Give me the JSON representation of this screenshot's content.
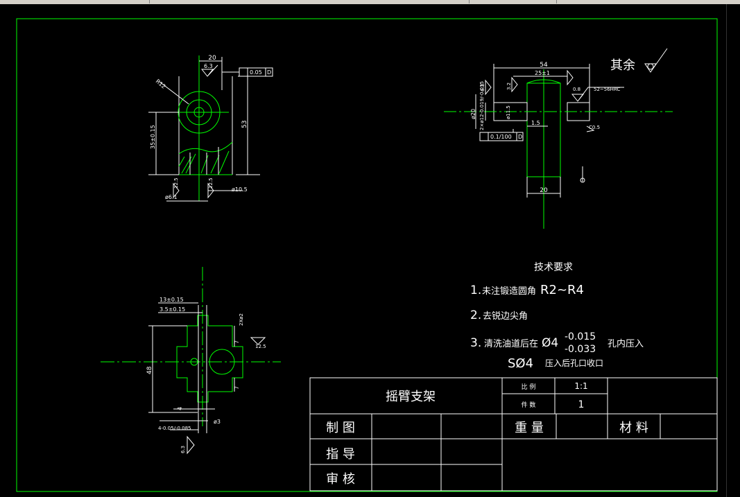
{
  "window": {
    "background": "#000000",
    "frame_color": "#00ff00",
    "line_color": "#ffffff"
  },
  "top_view": {
    "dim_width": "20",
    "roughness_top": "6.3",
    "tolerance": "0.05",
    "datum": "D",
    "radius": "R12",
    "dim_height_right": "53",
    "dim_height_left": "35±0.15",
    "roughness_bl": "12.5",
    "roughness_br": "12.5",
    "hole_left": "ø6.1",
    "hole_right": "ø10.5"
  },
  "side_view": {
    "dim_total": "54",
    "dim_mid": "25±1",
    "roughness_left": "6.3",
    "roughness_mid": "3.2",
    "roughness_right": "0.8",
    "hardness": "52~56HRC",
    "dia_20": "ø20",
    "dia_shaft": "2×ø12-0.019/-0.035",
    "dia_11": "ø11.5",
    "dim_15": "1.5",
    "runout": "0.1/100",
    "datum": "D",
    "chamfer": "C0.5",
    "dim_bottom": "20"
  },
  "bottom_view": {
    "dim_a": "13±0.15",
    "dim_b": "3.5±0.15",
    "dim_c": "2Xø2",
    "dim_height": "48",
    "dim_7a": "7",
    "dim_7b": "7",
    "dim_4": "4",
    "roughness": "12.5",
    "hole": "ø3",
    "dim_tol": "4-0.05/-0.085",
    "roughness_bottom": "6.3"
  },
  "roughness_note": "其余",
  "tech_requirements": {
    "title": "技术要求",
    "item1_num": "1.",
    "item1_text": "未注锻造圆角",
    "item1_value": "R2~R4",
    "item2_num": "2.",
    "item2_text": "去锐边尖角",
    "item3_num": "3.",
    "item3_text_a": "清洗油道后在",
    "item3_value": "Ø4",
    "item3_tol_upper": "-0.015",
    "item3_tol_lower": "-0.033",
    "item3_text_b": "孔内压入",
    "item3_line2_value": "SØ4",
    "item3_line2_text": "压入后孔口收口"
  },
  "title_block": {
    "part_name": "摇臂支架",
    "scale_label": "比  例",
    "scale_value": "1:1",
    "qty_label": "件  数",
    "qty_value": "1",
    "drawn_label": "制  图",
    "guide_label": "指  导",
    "review_label": "审  核",
    "weight_label": "重  量",
    "material_label": "材  料"
  }
}
